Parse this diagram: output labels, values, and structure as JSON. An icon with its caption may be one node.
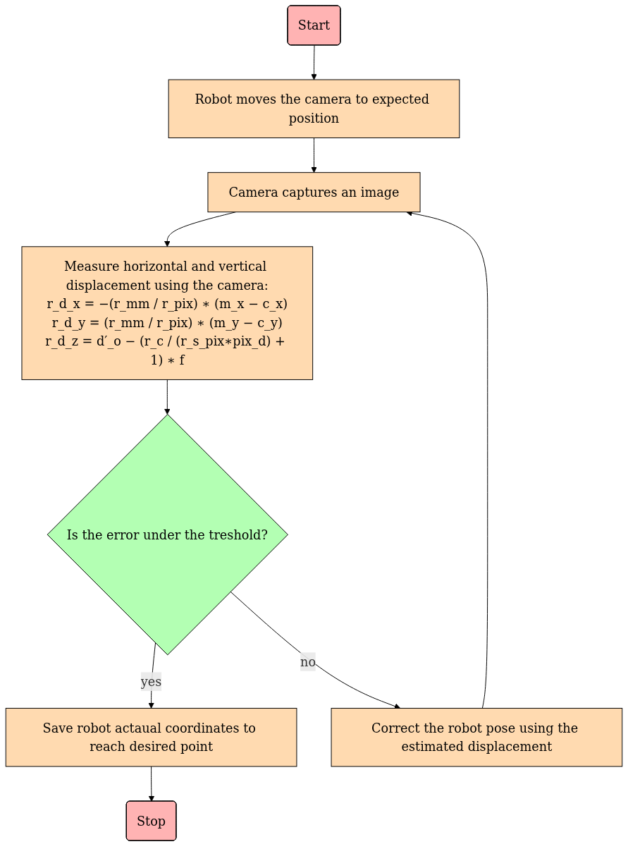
{
  "diagram": {
    "nodes": [
      {
        "text": [
          "Start"
        ]
      },
      {
        "text": [
          "Robot moves the camera to expected position"
        ]
      },
      {
        "text": [
          "Camera captures an image"
        ]
      },
      {
        "text": [
          "Measure horizontal and vertical displacement using the camera:",
          "r_d_x = −(r_mm / r_pix) ∗ (m_x − c_x)",
          "r_d_y = (r_mm / r_pix) ∗ (m_y − c_y)",
          "r_d_z = d′_o − (r_c / (r_s_pix∗pix_d) + 1) ∗ f"
        ]
      },
      {
        "text": [
          "Is the error under the treshold?"
        ]
      },
      {
        "text": [
          "Correct the robot pose using the estimated displacement"
        ]
      },
      {
        "text": [
          "Save robot actaual coordinates to reach desired point"
        ]
      },
      {
        "text": [
          "Stop"
        ]
      }
    ],
    "edges": [
      {
        "from": 0,
        "to": 1,
        "arrow": "to"
      },
      {
        "from": 1,
        "to": 2,
        "arrow": "to"
      },
      {
        "from": 2,
        "to": 3,
        "arrow": "to"
      },
      {
        "from": 3,
        "to": 4,
        "arrow": "to"
      },
      {
        "from": 4,
        "to": 6,
        "label": "yes",
        "arrow": "to"
      },
      {
        "from": 4,
        "to": 5,
        "label": "no",
        "arrow": "to"
      },
      {
        "from": 5,
        "to": 2,
        "arrow": "to"
      },
      {
        "from": 6,
        "to": 7,
        "arrow": "to"
      }
    ]
  }
}
